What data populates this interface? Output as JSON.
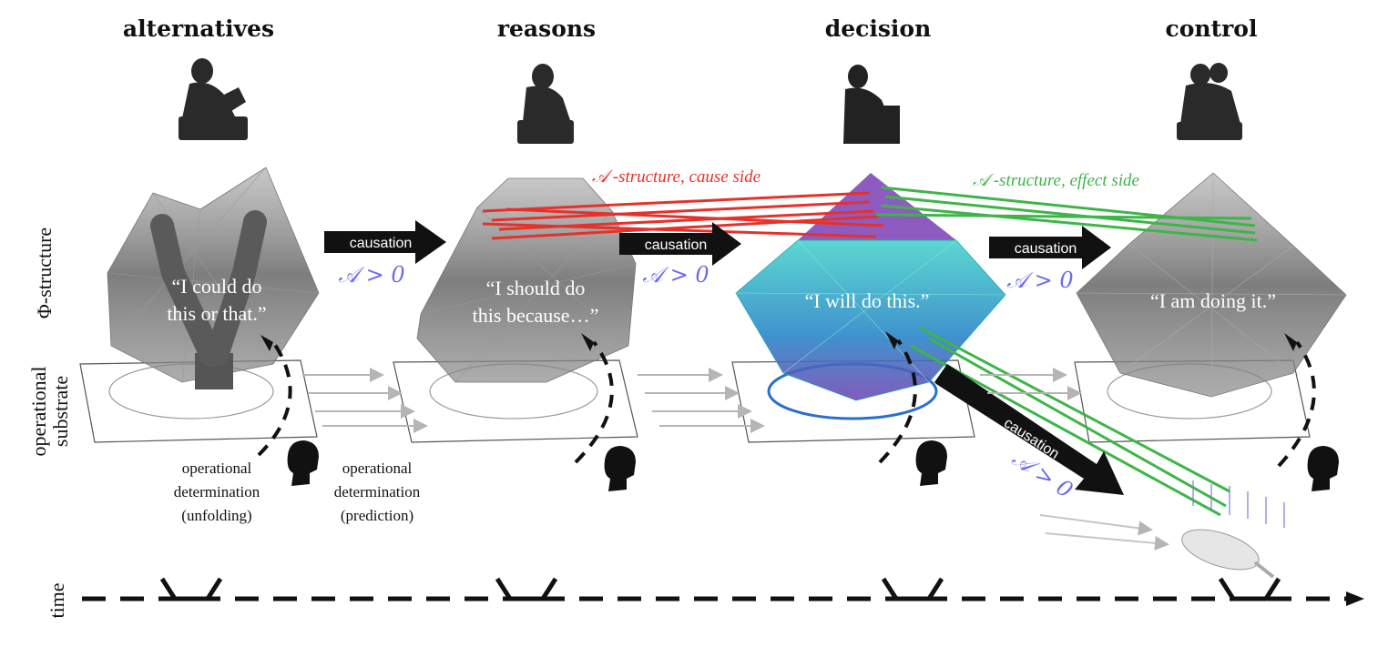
{
  "stages": [
    {
      "title": "alternatives",
      "quote": [
        "“I could do",
        "this or that.”"
      ]
    },
    {
      "title": "reasons",
      "quote": [
        "“I should do",
        "this because…”"
      ]
    },
    {
      "title": "decision",
      "quote": [
        "“I will do this.”"
      ]
    },
    {
      "title": "control",
      "quote": [
        "“I am doing it.”"
      ]
    }
  ],
  "axis": {
    "phi_structure": "Φ-structure",
    "substrate_line1": "operational",
    "substrate_line2": "substrate",
    "time": "time"
  },
  "causation": {
    "label": "causation",
    "measure": "𝒜 > 0"
  },
  "structure_labels": {
    "cause_side": "𝒜 -structure, cause side",
    "effect_side": "𝒜 -structure, effect side"
  },
  "determination": {
    "unfolding": [
      "operational",
      "determination",
      "(unfolding)"
    ],
    "prediction": [
      "operational",
      "determination",
      "(prediction)"
    ]
  },
  "colors": {
    "cause": "#e8302a",
    "effect": "#3db548",
    "measure": "#6a6af0",
    "decision_top": "#7a3fb5",
    "decision_mesh": "#1fa9c9"
  }
}
